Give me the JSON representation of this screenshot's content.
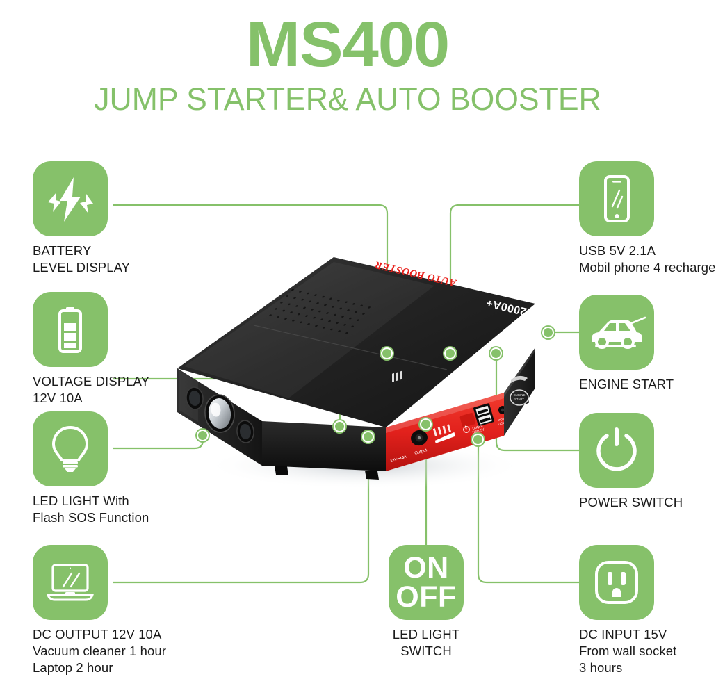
{
  "header": {
    "title": "MS400",
    "subtitle": "JUMP STARTER& AUTO BOOSTER"
  },
  "colors": {
    "accent_green": "#86c16a",
    "text_dark": "#1b1b1b",
    "product_red": "#e8201b",
    "product_black": "#1a1a1a",
    "background": "#ffffff"
  },
  "product": {
    "brand_text": "AUTO BOOSTER",
    "rating_text": "2000A+",
    "panel_labels": {
      "dc_out": "12V 10A",
      "output": "Output",
      "usb_out": "Output USB 5V",
      "dc_in": "Input DC15V",
      "switch_on": "ON",
      "switch_off": "OFF"
    },
    "engine_badge": "ENGINE START"
  },
  "callouts": [
    {
      "id": "battery-level-display",
      "icon": "lightning-bolt-icon",
      "lines": [
        "BATTERY",
        "LEVEL DISPLAY"
      ]
    },
    {
      "id": "voltage-display",
      "icon": "battery-icon",
      "lines": [
        "VOLTAGE DISPLAY",
        "12V 10A"
      ]
    },
    {
      "id": "led-light",
      "icon": "lightbulb-icon",
      "lines": [
        "LED LIGHT With",
        "Flash SOS Function"
      ]
    },
    {
      "id": "dc-output",
      "icon": "laptop-icon",
      "lines": [
        "DC OUTPUT 12V 10A",
        "Vacuum cleaner 1 hour",
        "Laptop 2 hour"
      ]
    },
    {
      "id": "usb-output",
      "icon": "smartphone-icon",
      "lines": [
        "USB 5V 2.1A",
        "Mobil phone 4 recharge"
      ]
    },
    {
      "id": "engine-start",
      "icon": "car-hood-open-icon",
      "lines": [
        "ENGINE START"
      ]
    },
    {
      "id": "power-switch",
      "icon": "power-icon",
      "lines": [
        "POWER SWITCH"
      ]
    },
    {
      "id": "dc-input",
      "icon": "wall-socket-icon",
      "lines": [
        "DC INPUT 15V",
        "From wall socket",
        "3 hours"
      ]
    },
    {
      "id": "led-light-switch",
      "icon": "on-off-text-icon",
      "on_label": "ON",
      "off_label": "OFF",
      "lines": [
        "LED LIGHT",
        "SWITCH"
      ]
    }
  ]
}
